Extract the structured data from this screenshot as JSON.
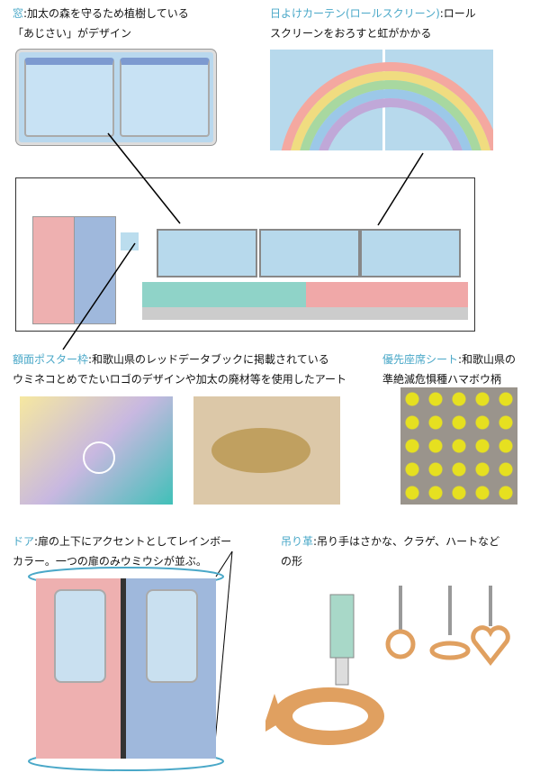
{
  "window": {
    "label": "窓",
    "text": ":加太の森を守るため植樹している",
    "text2": "「あじさい」がデザイン"
  },
  "curtain": {
    "label": "日よけカーテン(ロールスクリーン)",
    "text": ":ロール",
    "text2": "スクリーンをおろすと虹がかかる"
  },
  "poster": {
    "label": "額面ポスター枠",
    "text": ":和歌山県のレッドデータブックに掲載されている",
    "text2": "ウミネコとめでたいロゴのデザインや加太の廃材等を使用したアート"
  },
  "seat": {
    "label": "優先座席シート",
    "text": ":和歌山県の",
    "text2": "準絶滅危惧種ハマボウ柄"
  },
  "door": {
    "label": "ドア",
    "text": ":扉の上下にアクセントとしてレインボー",
    "text2": "カラー。一つの扉のみウミウシが並ぶ。"
  },
  "strap": {
    "label": "吊り革",
    "text": ":吊り手はさかな、クラゲ、ハートなど",
    "text2": "の形"
  },
  "colors": {
    "accent": "#4aa8c8",
    "door_pink": "#eeb0b0",
    "door_blue": "#9fb8dc",
    "seat_teal": "#8fd3c8",
    "seat_pink": "#f0a8a8",
    "flower": "#e6e020",
    "seat_bg": "#9a948c"
  }
}
